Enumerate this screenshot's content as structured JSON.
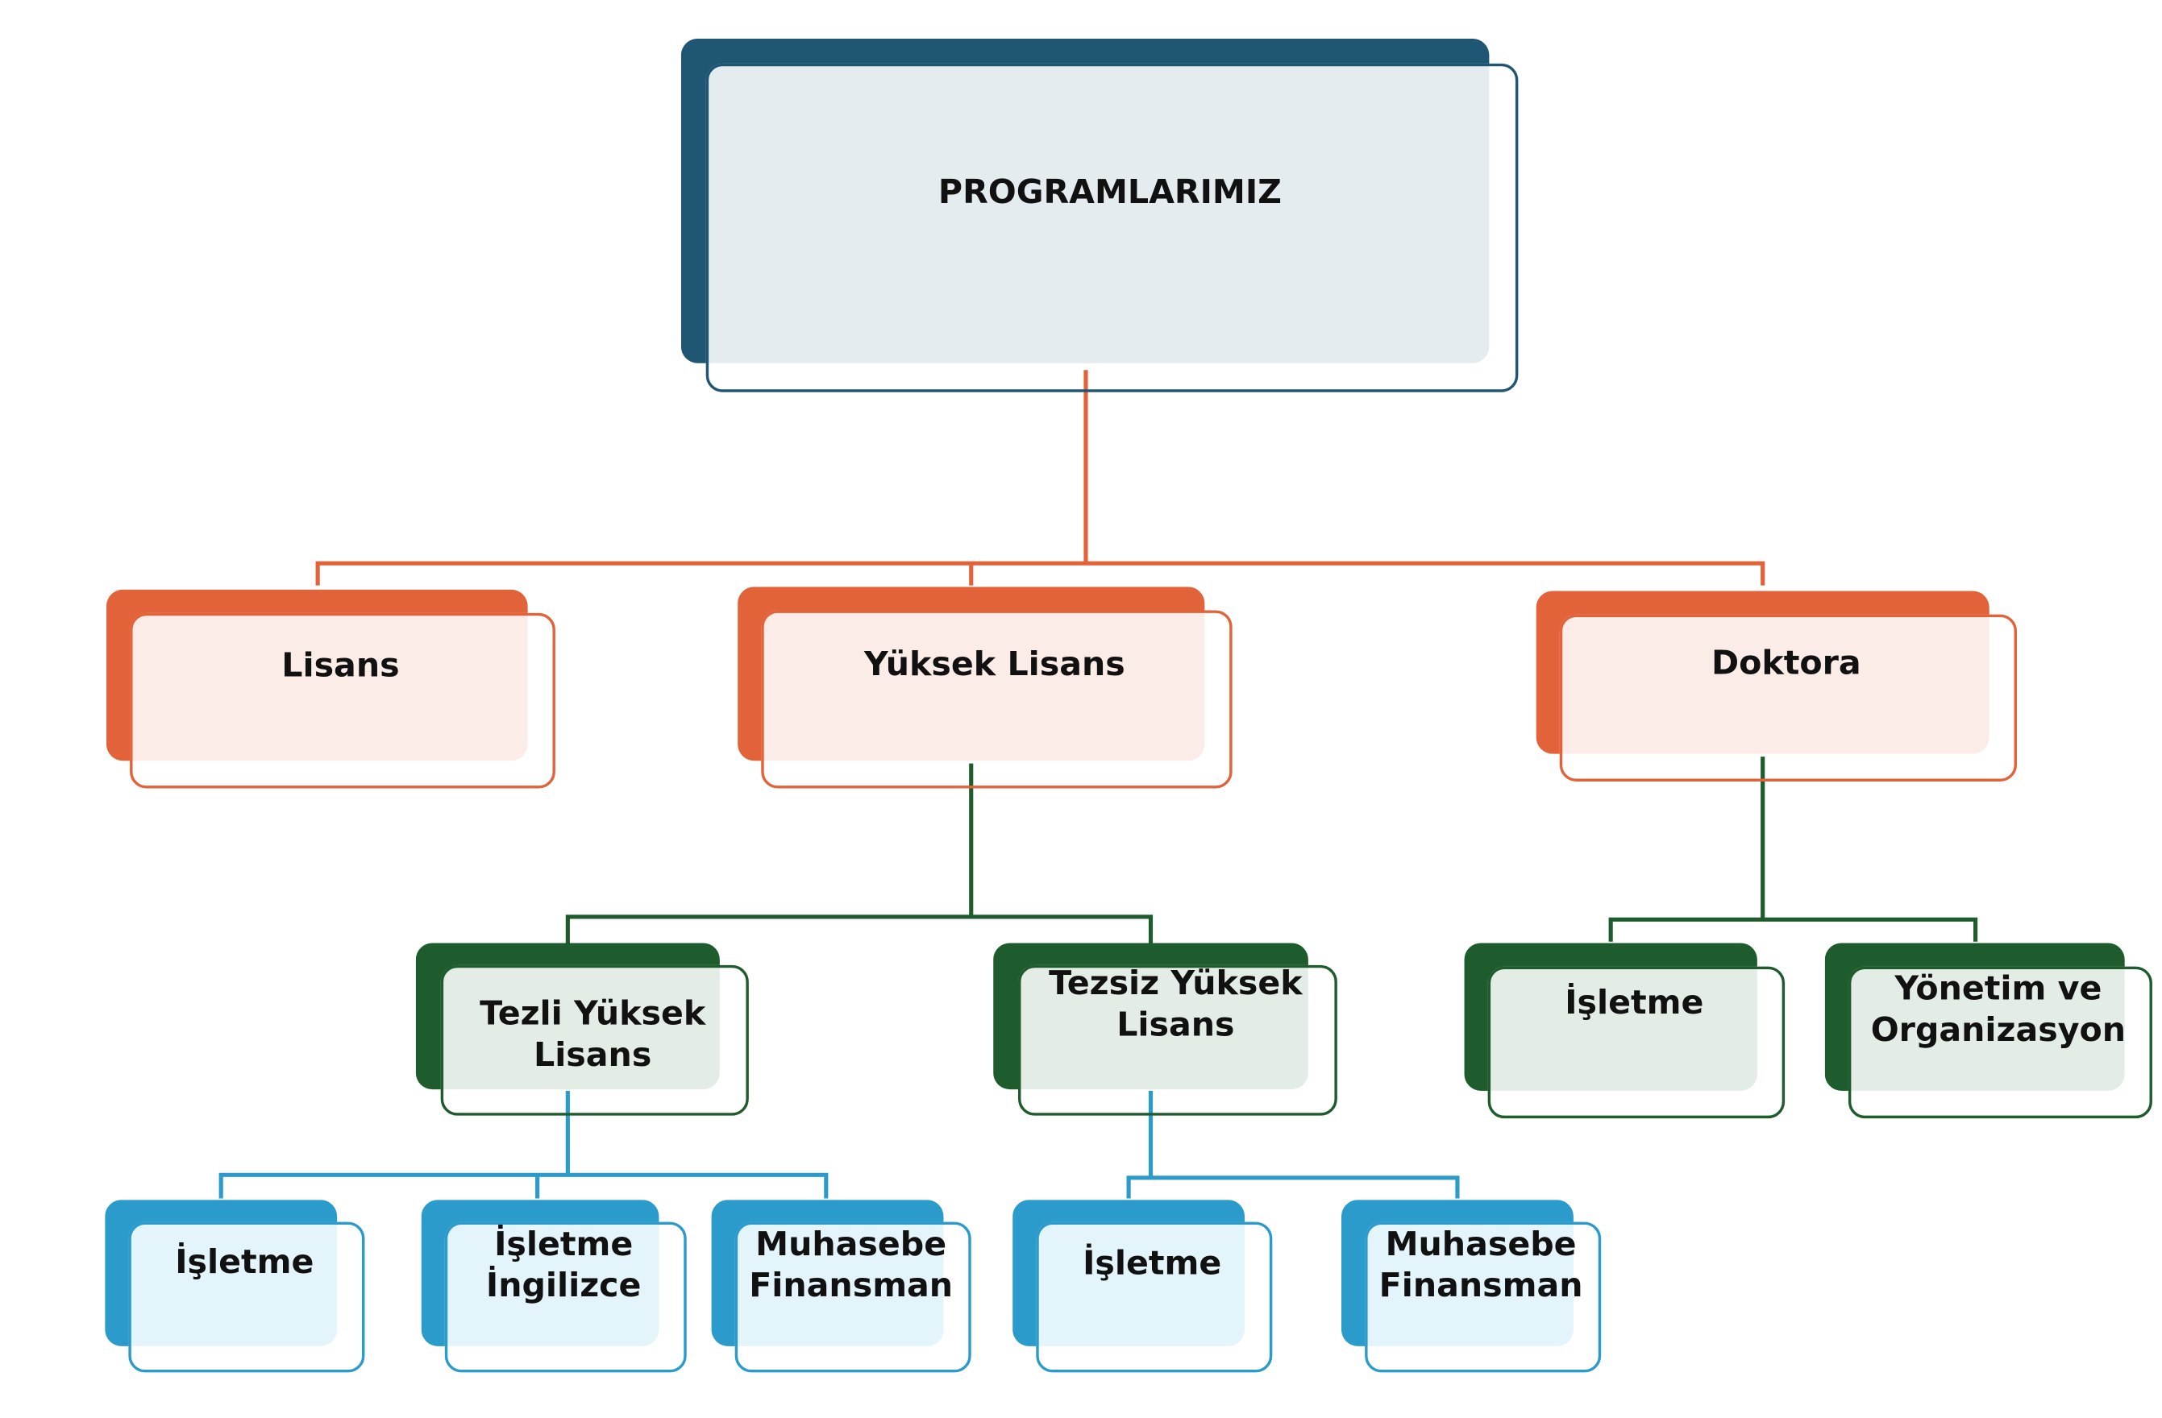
{
  "colors": {
    "root_dark": "#1f5673",
    "root_light": "#e4ecf0",
    "level1_dark": "#e2633a",
    "level1_light": "#fcece7",
    "level2_dark": "#1e5c2d",
    "level2_light": "#e3ede6",
    "level3_dark": "#2b9bcc",
    "level3_light": "#e3f4fa"
  },
  "root": {
    "label": "PROGRAMLARIMIZ"
  },
  "level1": {
    "lisans": {
      "label": "Lisans"
    },
    "yuksek_lisans": {
      "label": "Yüksek Lisans"
    },
    "doktora": {
      "label": "Doktora"
    }
  },
  "yuksek_lisans_children": {
    "tezli": {
      "label": "Tezli Yüksek\nLisans"
    },
    "tezsiz": {
      "label": "Tezsiz Yüksek\nLisans"
    }
  },
  "doktora_children": {
    "isletme": {
      "label": "İşletme"
    },
    "yonetim": {
      "label": "Yönetim ve\nOrganizasyon"
    }
  },
  "tezli_children": {
    "isletme": {
      "label": "İşletme"
    },
    "isletme_ingilizce": {
      "label": "İşletme\nİngilizce"
    },
    "muhasebe_finansman": {
      "label": "Muhasebe\nFinansman"
    }
  },
  "tezsiz_children": {
    "isletme": {
      "label": "İşletme"
    },
    "muhasebe_finansman": {
      "label": "Muhasebe\nFinansman"
    }
  }
}
